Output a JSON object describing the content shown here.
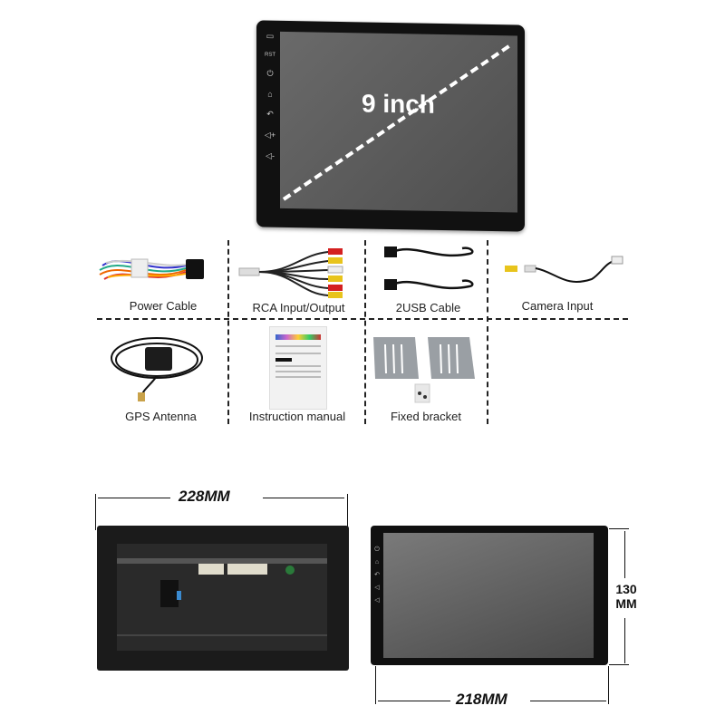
{
  "hero": {
    "size_label": "9 inch",
    "side_buttons": [
      "mic-icon",
      "rst",
      "power-icon",
      "home-icon",
      "back-icon",
      "volume-up-icon",
      "volume-down-icon"
    ]
  },
  "accessories": [
    {
      "label": "Power Cable",
      "icon": "power-cable"
    },
    {
      "label": "RCA Input/Output",
      "icon": "rca-cable"
    },
    {
      "label": "2USB Cable",
      "icon": "usb-cable"
    },
    {
      "label": "Camera Input",
      "icon": "camera-cable"
    },
    {
      "label": "GPS Antenna",
      "icon": "gps-antenna"
    },
    {
      "label": "Instruction manual",
      "icon": "manual"
    },
    {
      "label": "Fixed bracket",
      "icon": "bracket"
    }
  ],
  "dimensions": {
    "back_width": "228MM",
    "front_width": "218MM",
    "front_height_value": "130",
    "front_height_unit": "MM"
  },
  "colors": {
    "frame": "#111111",
    "screen": "#5a5a5a",
    "rca_red": "#d42020",
    "rca_yellow": "#e8c41c",
    "rca_white": "#eeeeee"
  }
}
